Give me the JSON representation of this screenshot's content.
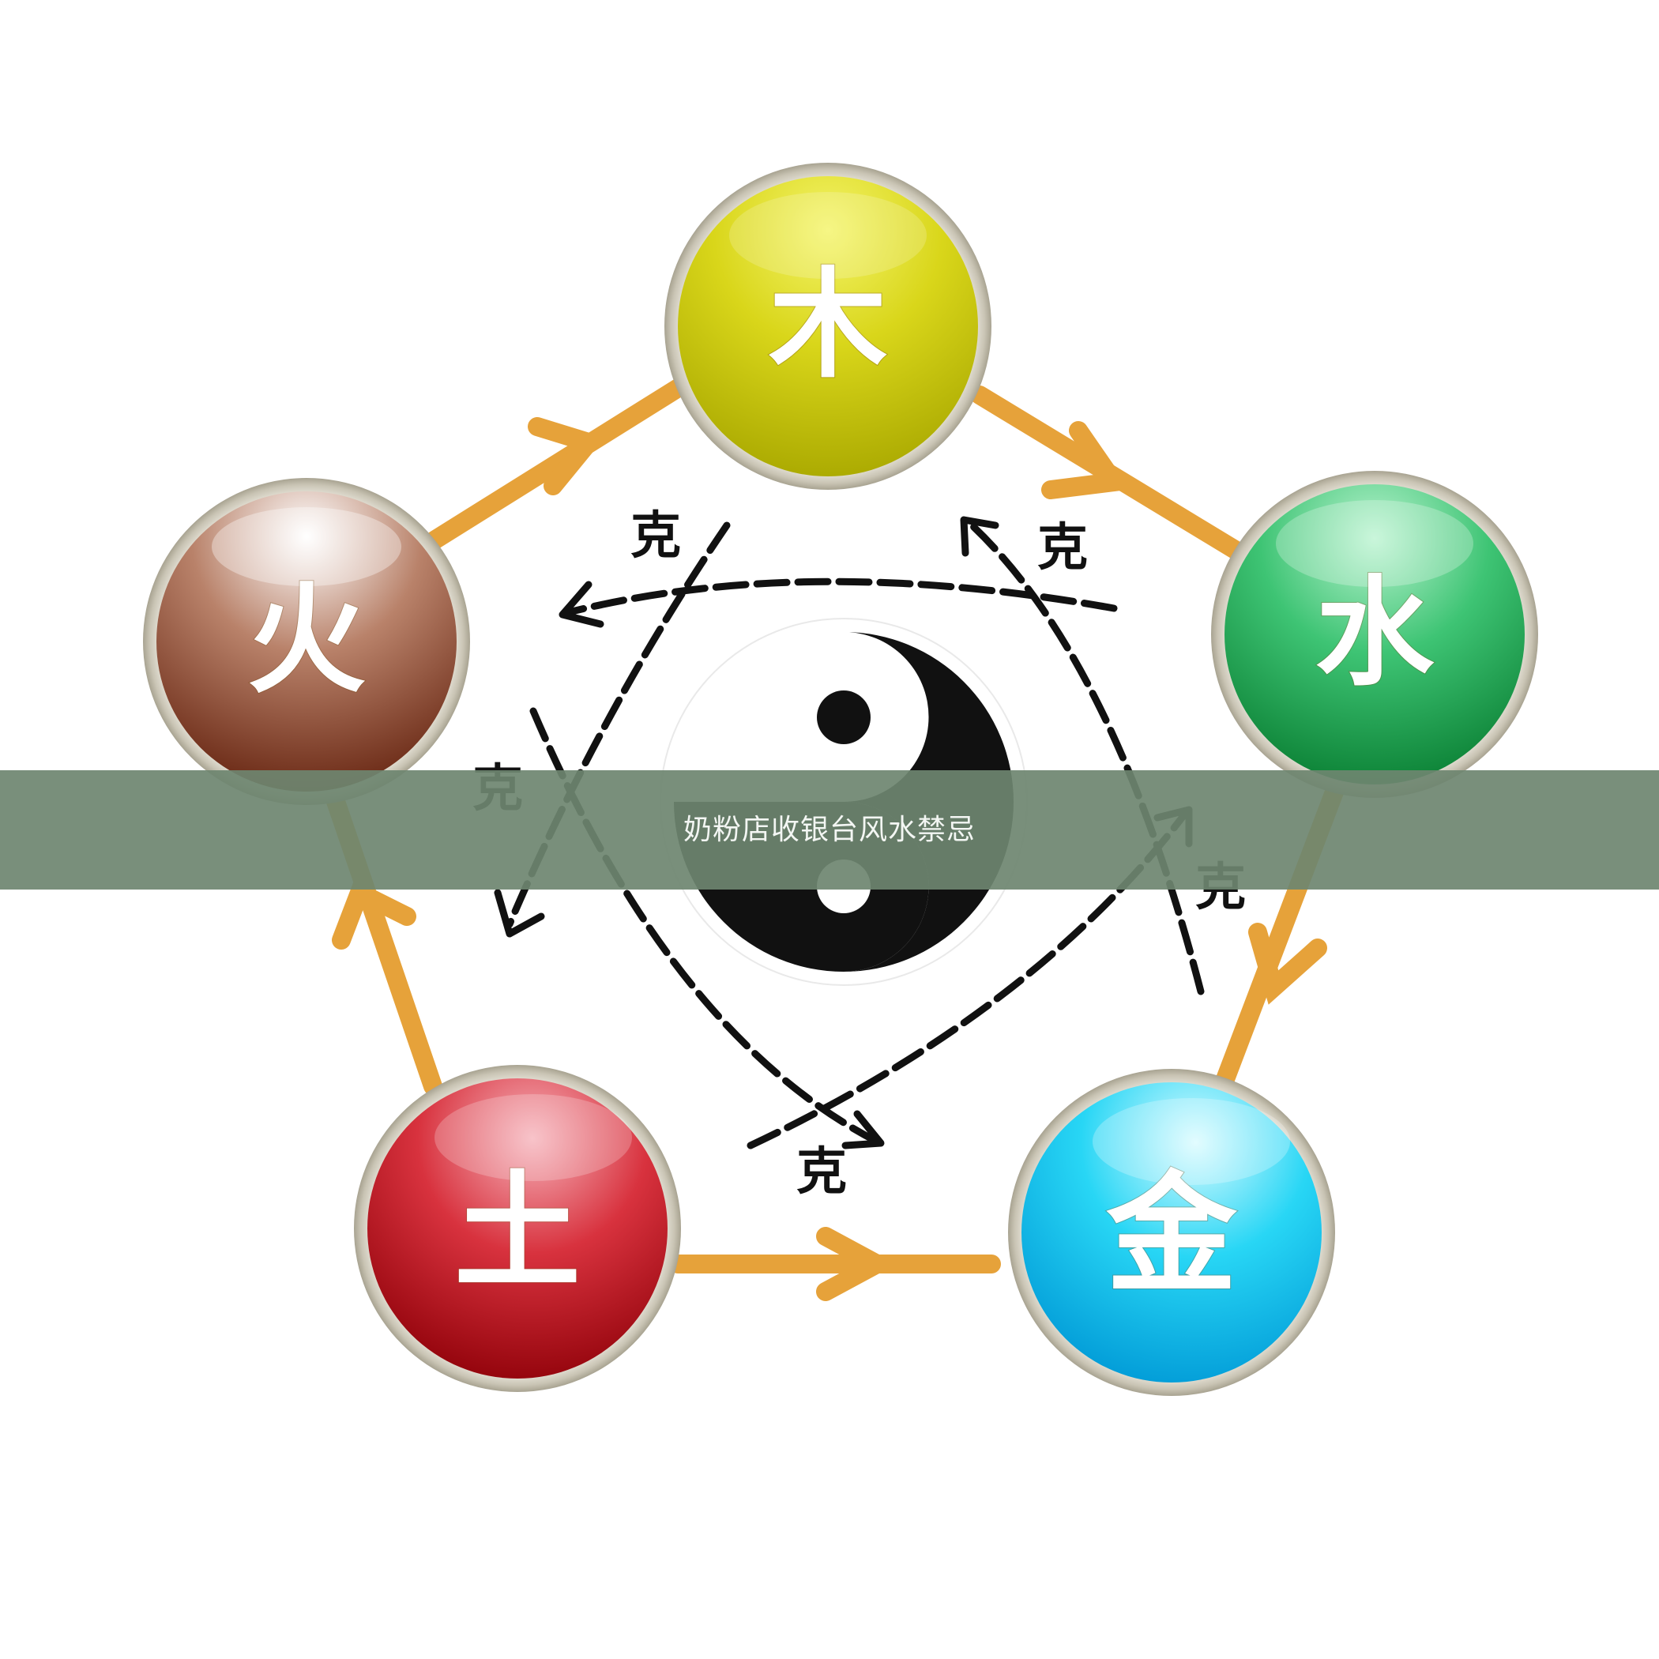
{
  "elements": [
    {
      "id": "wood",
      "label": "木",
      "colors": [
        "#f4f46a",
        "#d9d61a",
        "#a9a800"
      ]
    },
    {
      "id": "water",
      "label": "水",
      "colors": [
        "#b8f3cf",
        "#3ec474",
        "#0a7f33"
      ]
    },
    {
      "id": "metal",
      "label": "金",
      "colors": [
        "#d9fbff",
        "#28d6f5",
        "#0099d6"
      ]
    },
    {
      "id": "earth",
      "label": "土",
      "colors": [
        "#f6b3bb",
        "#d8323e",
        "#8e0008"
      ]
    },
    {
      "id": "fire",
      "label": "火",
      "colors": [
        "#ffffff",
        "#b9826a",
        "#6b2a16"
      ]
    }
  ],
  "ke_labels": [
    "克",
    "克",
    "克",
    "克",
    "克"
  ],
  "banner": {
    "title": "奶粉店收银台风水禁忌",
    "color": "#6e8670"
  },
  "colors": {
    "generating_arrow": "#e6a23a",
    "controlling_arrow": "#111111",
    "yin": "#111111",
    "yang": "#ffffff"
  }
}
